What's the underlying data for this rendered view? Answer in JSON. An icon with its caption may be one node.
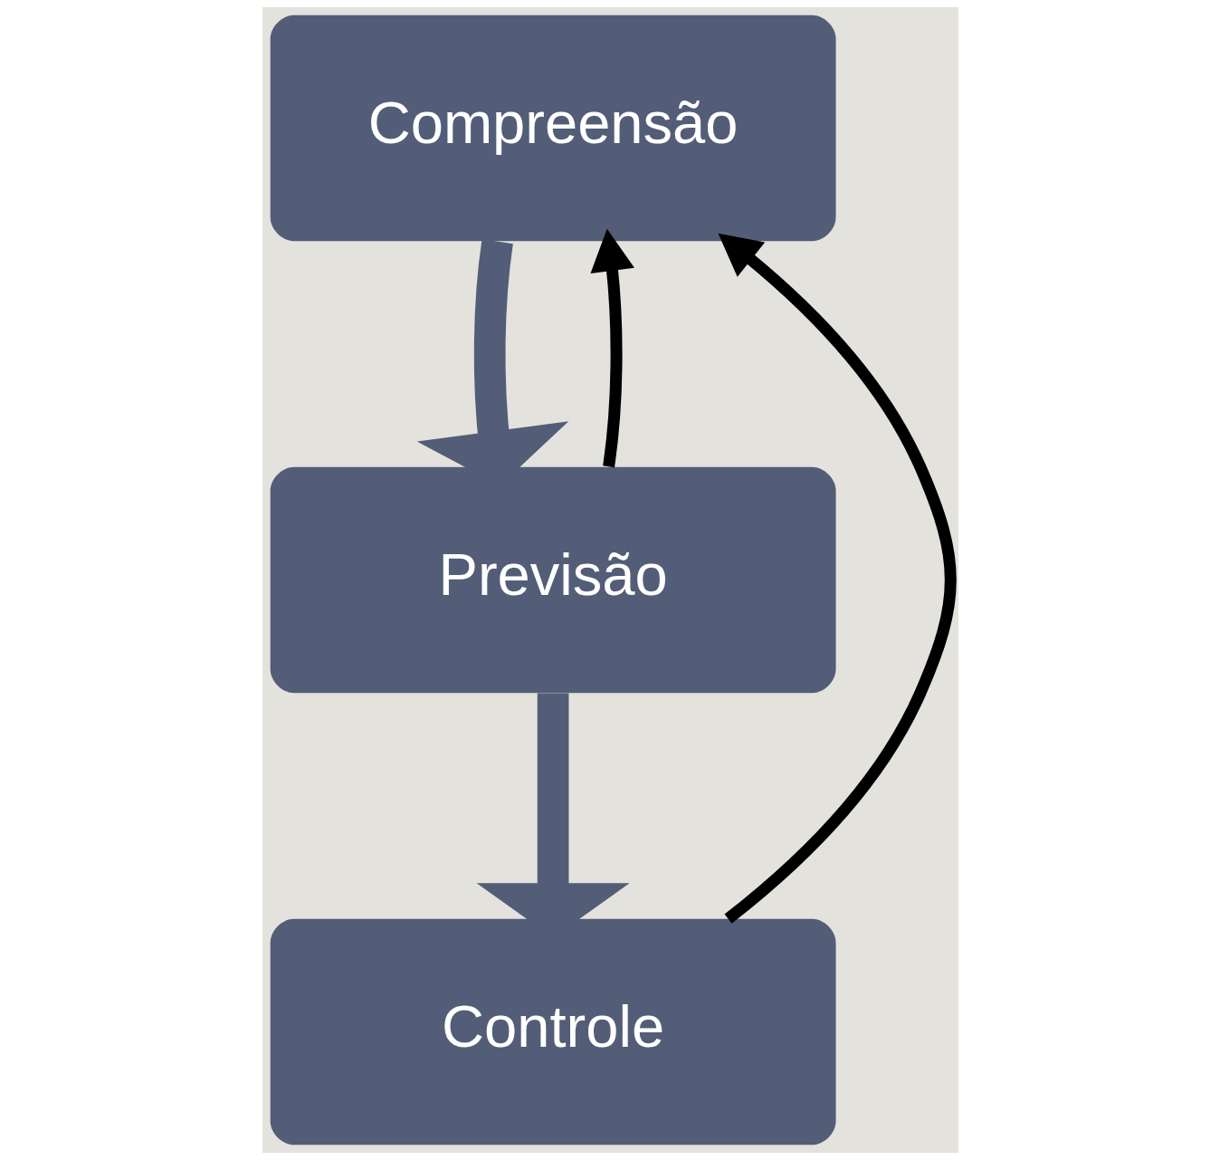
{
  "diagram": {
    "nodes": [
      {
        "text": [
          "Compreensão"
        ]
      },
      {
        "text": [
          "Previsão"
        ]
      },
      {
        "text": [
          "Controle"
        ]
      }
    ],
    "edges": [
      {
        "from": 0,
        "to": 1,
        "arrow": "to",
        "style": "thick",
        "color": "#535d77"
      },
      {
        "from": 1,
        "to": 2,
        "arrow": "to",
        "style": "thick",
        "color": "#535d77"
      },
      {
        "from": 1,
        "to": 0,
        "arrow": "to",
        "color": "#000000"
      },
      {
        "from": 2,
        "to": 0,
        "arrow": "to",
        "color": "#000000"
      }
    ]
  }
}
